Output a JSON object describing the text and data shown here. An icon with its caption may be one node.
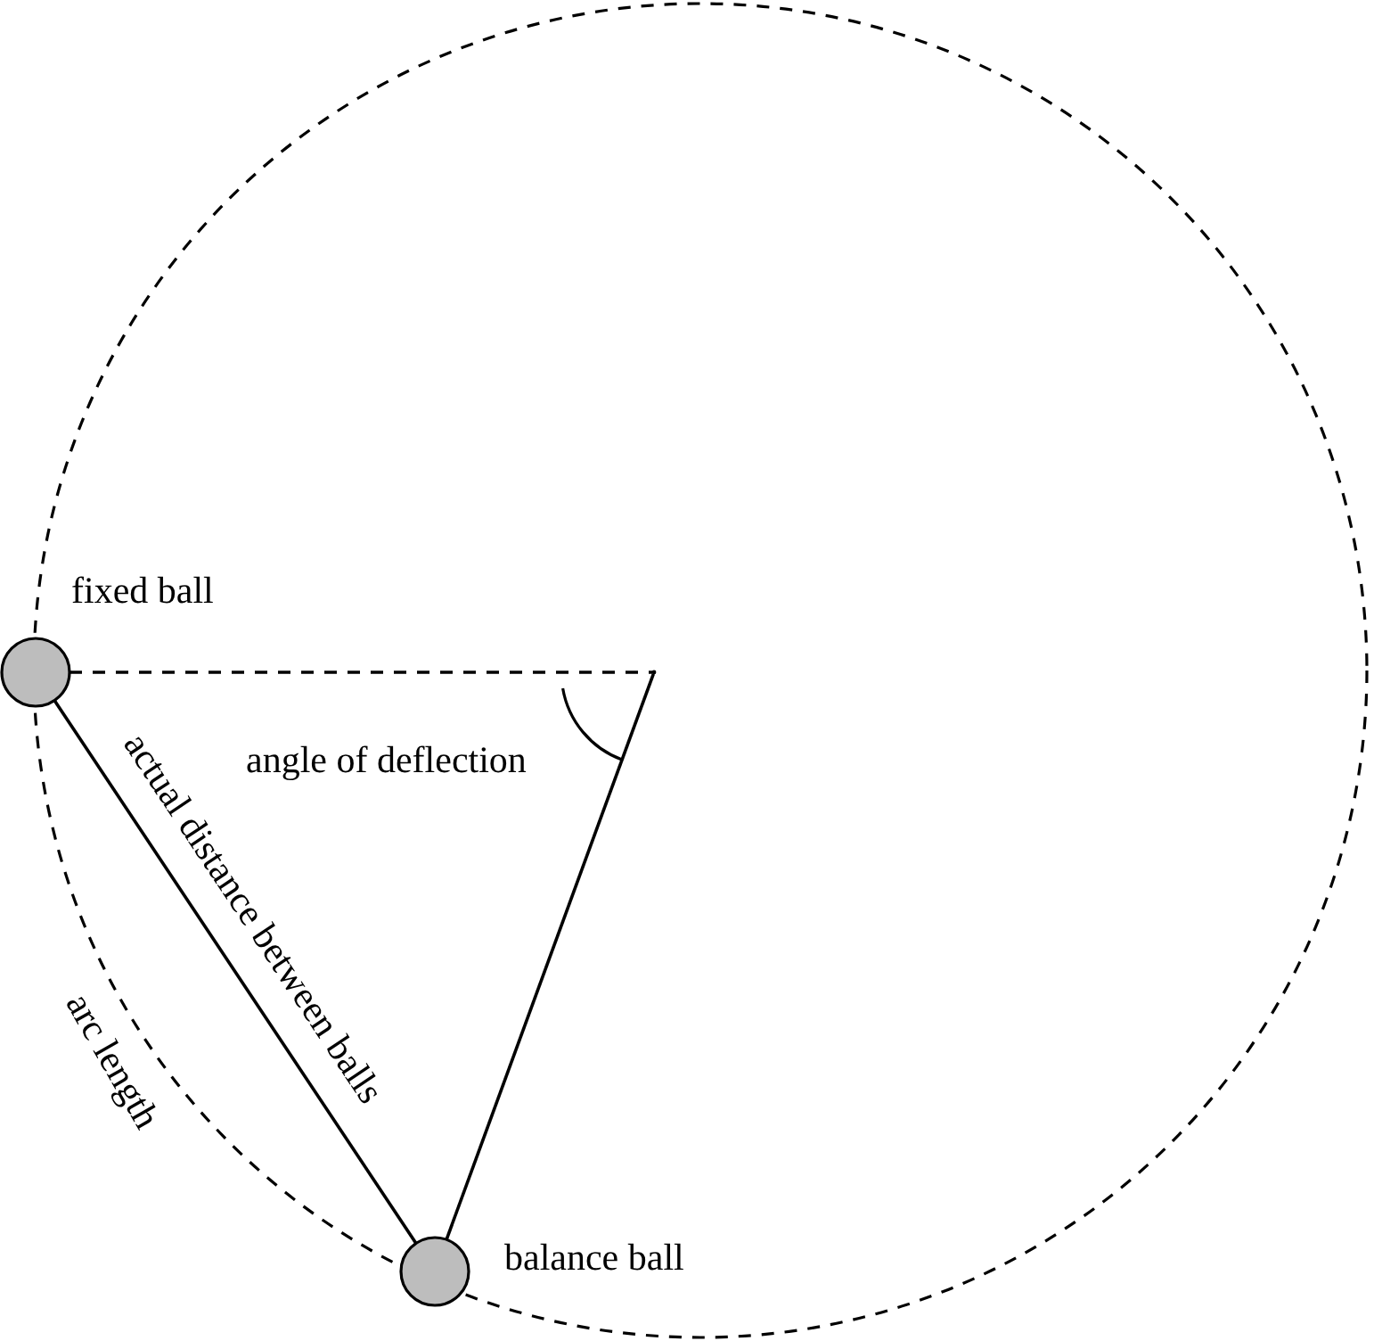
{
  "diagram": {
    "nodes": [
      {
        "text": [
          "fixed ball"
        ]
      },
      {
        "text": [
          "balance ball"
        ]
      },
      {
        "text": [],
        "shape": "point"
      }
    ],
    "edges": [
      {
        "from": 0,
        "to": 1,
        "arrow": "none",
        "label": "actual distance between balls"
      },
      {
        "from": 0,
        "to": 2,
        "arrow": "none",
        "style": "dashed"
      },
      {
        "from": 2,
        "to": 1,
        "arrow": "none"
      }
    ],
    "labels": [
      "angle of deflection",
      "arc length"
    ]
  }
}
